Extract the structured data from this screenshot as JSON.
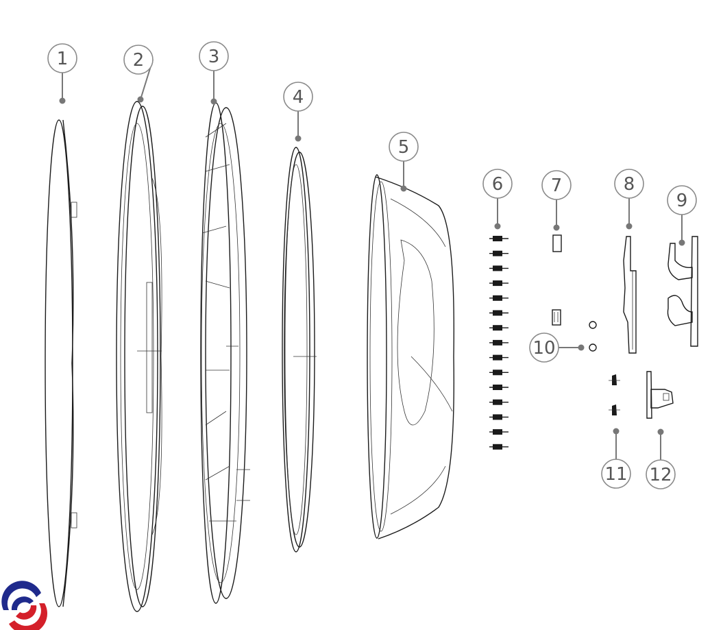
{
  "diagram": {
    "type": "exploded-parts-view",
    "callouts": [
      "1",
      "2",
      "3",
      "4",
      "5",
      "6",
      "7",
      "8",
      "9",
      "10",
      "11",
      "12"
    ],
    "logo": {
      "name": "brand-swirl-logo",
      "colors": [
        "#1f2a8c",
        "#d4202a"
      ]
    },
    "colors": {
      "line": "#1a1a1a",
      "callout": "#777777",
      "callout_text": "#555555"
    }
  }
}
